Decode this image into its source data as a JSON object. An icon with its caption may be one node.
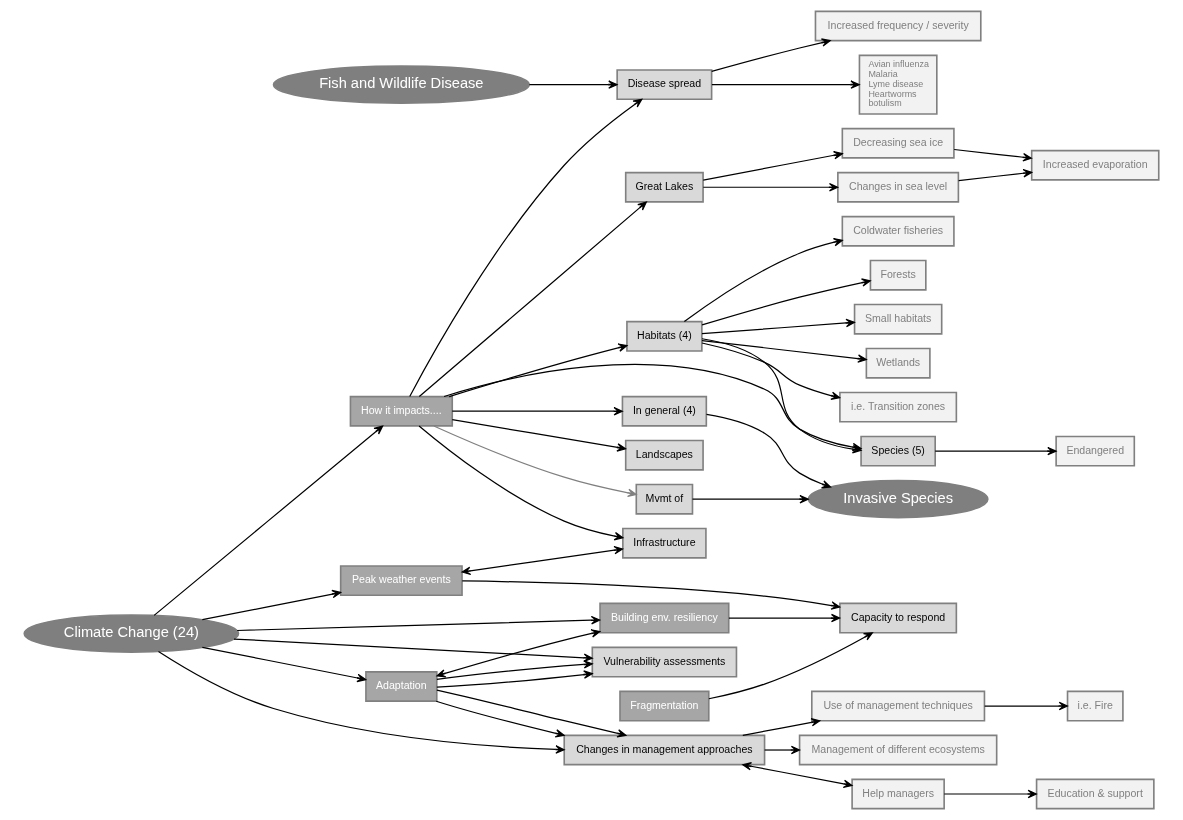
{
  "diagram": {
    "nodes": [
      {
        "text": [
          "Climate Change (24)"
        ]
      },
      {
        "text": [
          "Use of management techniques"
        ]
      },
      {
        "text": [
          "Management of different ecosystems"
        ]
      },
      {
        "text": [
          "i.e. Fire"
        ]
      },
      {
        "text": [
          "Changes in management approaches"
        ]
      },
      {
        "text": [
          "Help managers"
        ]
      },
      {
        "text": [
          "Education & support"
        ]
      },
      {
        "text": [
          "Adaptation"
        ]
      },
      {
        "text": [
          "Vulnerability assessments"
        ]
      },
      {
        "text": [
          "Building env. resiliency"
        ]
      },
      {
        "text": [
          "Capacity to respond"
        ]
      },
      {
        "text": [
          "Fragmentation"
        ]
      },
      {
        "text": [
          "Peak weather events"
        ]
      },
      {
        "text": [
          "Infrastructure"
        ]
      },
      {
        "text": [
          "How it impacts...."
        ]
      },
      {
        "text": [
          "Landscapes"
        ]
      },
      {
        "text": [
          "Forests"
        ]
      },
      {
        "text": [
          "Small habitats"
        ]
      },
      {
        "text": [
          "Wetlands"
        ]
      },
      {
        "text": [
          "i.e. Transition zones"
        ]
      },
      {
        "text": [
          "Coldwater fisheries"
        ]
      },
      {
        "text": [
          "Habitats (4)"
        ]
      },
      {
        "text": [
          "Endangered"
        ]
      },
      {
        "text": [
          "Species (5)"
        ]
      },
      {
        "text": [
          "Increased frequency / severity"
        ]
      },
      {
        "text": [
          "Disease spread"
        ]
      },
      {
        "text": [
          "Avian influenza",
          "Malaria",
          "Lyme disease",
          "Heartworms",
          "botulism"
        ]
      },
      {
        "text": [
          "Great Lakes"
        ]
      },
      {
        "text": [
          "Mvmt of"
        ]
      },
      {
        "text": [
          "In general (4)"
        ]
      },
      {
        "text": [
          "Changes in sea level"
        ]
      },
      {
        "text": [
          "Decreasing sea ice"
        ]
      },
      {
        "text": [
          "Increased evaporation"
        ]
      },
      {
        "text": [
          "Invasive Species"
        ]
      },
      {
        "text": [
          "Fish and Wildlife Disease"
        ]
      }
    ],
    "edges": [
      {
        "from": 0,
        "to": 4,
        "arrow": "to"
      },
      {
        "from": 4,
        "to": 1,
        "arrow": "to"
      },
      {
        "from": 4,
        "to": 2,
        "arrow": "to"
      },
      {
        "from": 1,
        "to": 3,
        "arrow": "to"
      },
      {
        "from": 4,
        "to": 5,
        "arrow": "both"
      },
      {
        "from": 5,
        "to": 6,
        "arrow": "to"
      },
      {
        "from": 7,
        "to": 4,
        "arrow": "to"
      },
      {
        "from": 7,
        "to": 4,
        "arrow": "to"
      },
      {
        "from": 0,
        "to": 7,
        "arrow": "to"
      },
      {
        "from": 7,
        "to": 8,
        "arrow": "to"
      },
      {
        "from": 7,
        "to": 8,
        "arrow": "to"
      },
      {
        "from": 7,
        "to": 9,
        "arrow": "both"
      },
      {
        "from": 0,
        "to": 8,
        "arrow": "to"
      },
      {
        "from": 0,
        "to": 9,
        "arrow": "to"
      },
      {
        "from": 0,
        "to": 12,
        "arrow": "to"
      },
      {
        "from": 9,
        "to": 10,
        "arrow": "to"
      },
      {
        "from": 12,
        "to": 10,
        "arrow": "to"
      },
      {
        "from": 11,
        "to": 10,
        "arrow": "to"
      },
      {
        "from": 12,
        "to": 13,
        "arrow": "both"
      },
      {
        "from": 0,
        "to": 14,
        "arrow": "to"
      },
      {
        "from": 14,
        "to": 15,
        "arrow": "to"
      },
      {
        "from": 14,
        "to": 21,
        "arrow": "to"
      },
      {
        "from": 14,
        "to": 23,
        "arrow": "to"
      },
      {
        "from": 14,
        "to": 25,
        "arrow": "to"
      },
      {
        "from": 14,
        "to": 13,
        "arrow": "to"
      },
      {
        "from": 14,
        "to": 28,
        "arrow": "to",
        "color": "#808080"
      },
      {
        "from": 14,
        "to": 29,
        "arrow": "to"
      },
      {
        "from": 14,
        "to": 27,
        "arrow": "to"
      },
      {
        "from": 21,
        "to": 16,
        "arrow": "to"
      },
      {
        "from": 21,
        "to": 17,
        "arrow": "to"
      },
      {
        "from": 21,
        "to": 20,
        "arrow": "to"
      },
      {
        "from": 21,
        "to": 18,
        "arrow": "to"
      },
      {
        "from": 21,
        "to": 19,
        "arrow": "to"
      },
      {
        "from": 21,
        "to": 23,
        "arrow": "to"
      },
      {
        "from": 23,
        "to": 22,
        "arrow": "to"
      },
      {
        "from": 25,
        "to": 24,
        "arrow": "to"
      },
      {
        "from": 25,
        "to": 26,
        "arrow": "to"
      },
      {
        "from": 34,
        "to": 25,
        "arrow": "to"
      },
      {
        "from": 27,
        "to": 30,
        "arrow": "to"
      },
      {
        "from": 27,
        "to": 31,
        "arrow": "to"
      },
      {
        "from": 31,
        "to": 32,
        "arrow": "to"
      },
      {
        "from": 30,
        "to": 32,
        "arrow": "to"
      },
      {
        "from": 28,
        "to": 33,
        "arrow": "to"
      },
      {
        "from": 29,
        "to": 33,
        "arrow": "to"
      }
    ]
  }
}
